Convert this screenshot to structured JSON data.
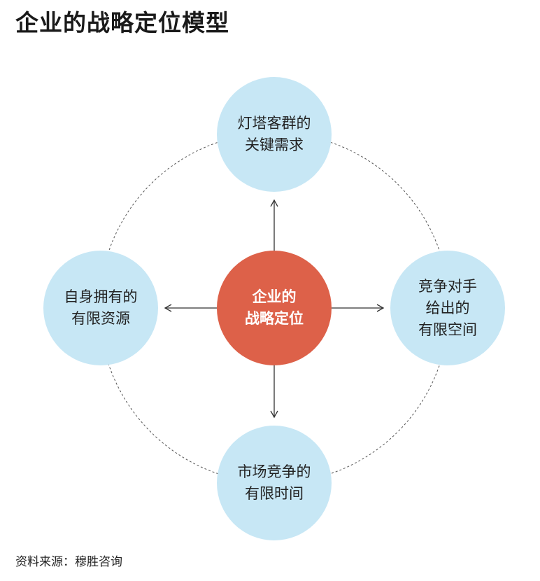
{
  "title": "企业的战略定位模型",
  "center": {
    "label": "企业的\n战略定位",
    "color": "#dd6149"
  },
  "nodes": {
    "top": "灯塔客群的\n关键需求",
    "left": "自身拥有的\n有限资源",
    "right": "竞争对手\n给出的\n有限空间",
    "bottom": "市场竞争的\n有限时间"
  },
  "node_color": "#c7e7f5",
  "source": "资料来源：穆胜咨询"
}
